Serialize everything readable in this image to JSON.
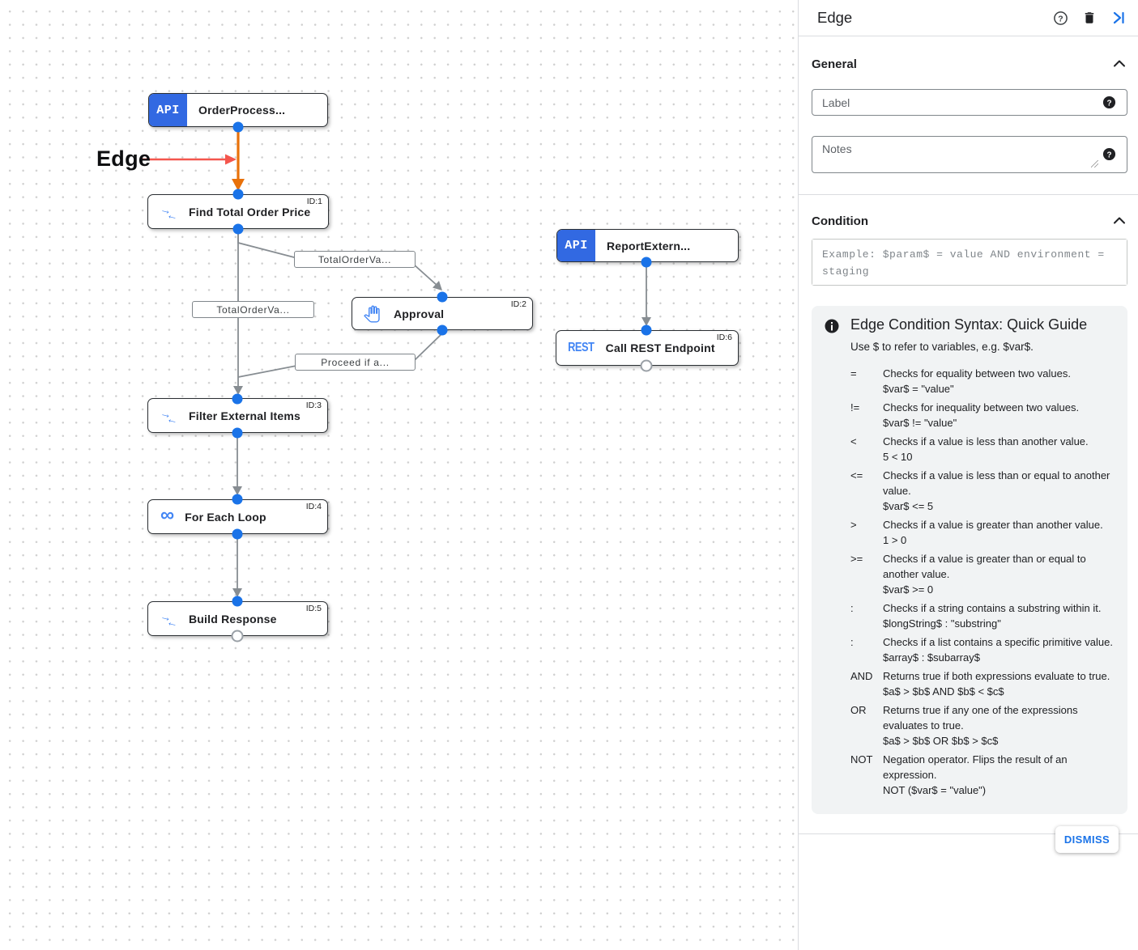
{
  "canvas": {
    "annotation": {
      "label": "Edge"
    },
    "nodes": [
      {
        "title": "OrderProcess...",
        "badge": "API"
      },
      {
        "title": "Find Total Order Price",
        "id_label": "ID:1"
      },
      {
        "title": "Approval",
        "id_label": "ID:2"
      },
      {
        "title": "ReportExtern...",
        "badge": "API"
      },
      {
        "title": "Call REST Endpoint",
        "id_label": "ID:6",
        "badge": "REST"
      },
      {
        "title": "Filter External Items",
        "id_label": "ID:3"
      },
      {
        "title": "For Each Loop",
        "id_label": "ID:4"
      },
      {
        "title": "Build Response",
        "id_label": "ID:5"
      }
    ],
    "edge_labels": [
      "TotalOrderVa...",
      "TotalOrderVa...",
      "Proceed if a..."
    ],
    "icons": {
      "node_icons": [
        "api-badge",
        "data-mapping-icon",
        "approval-hand-icon",
        "rest-badge",
        "for-each-loop-infinity-icon"
      ],
      "edge_color": "#878d92",
      "highlight_edge_color": "#E8710A",
      "annotation_arrow_color": "#F4564D",
      "port_color": "#1a73e8"
    }
  },
  "panel": {
    "title": "Edge",
    "header_icons": [
      "help-icon",
      "delete-icon",
      "collapse-panel-icon"
    ],
    "general": {
      "heading": "General",
      "label_placeholder": "Label",
      "notes_placeholder": "Notes"
    },
    "condition": {
      "heading": "Condition",
      "placeholder": "Example: $param$ = value AND environment = staging"
    },
    "guide": {
      "title": "Edge Condition Syntax: Quick Guide",
      "intro": "Use $ to refer to variables, e.g. $var$.",
      "rows": [
        {
          "op": "=",
          "desc": "Checks for equality between two values.",
          "example": "$var$ = \"value\""
        },
        {
          "op": "!=",
          "desc": "Checks for inequality between two values.",
          "example": "$var$ != \"value\""
        },
        {
          "op": "<",
          "desc": "Checks if a value is less than another value.",
          "example": "5 < 10"
        },
        {
          "op": "<=",
          "desc": "Checks if a value is less than or equal to another value.",
          "example": "$var$ <= 5"
        },
        {
          "op": ">",
          "desc": "Checks if a value is greater than another value.",
          "example": "1 > 0"
        },
        {
          "op": ">=",
          "desc": "Checks if a value is greater than or equal to another value.",
          "example": "$var$ >= 0"
        },
        {
          "op": ":",
          "desc": "Checks if a string contains a substring within it.",
          "example": "$longString$ : \"substring\""
        },
        {
          "op": ":",
          "desc": "Checks if a list contains a specific primitive value.",
          "example": "$array$ : $subarray$"
        },
        {
          "op": "AND",
          "desc": "Returns true if both expressions evaluate to true.",
          "example": "$a$ > $b$ AND $b$ < $c$"
        },
        {
          "op": "OR",
          "desc": "Returns true if any one of the expressions evaluates to true.",
          "example": "$a$ > $b$ OR $b$ > $c$"
        },
        {
          "op": "NOT",
          "desc": "Negation operator. Flips the result of an expression.",
          "example": "NOT ($var$ = \"value\")"
        }
      ]
    },
    "footer": {
      "dismiss": "DISMISS"
    }
  }
}
